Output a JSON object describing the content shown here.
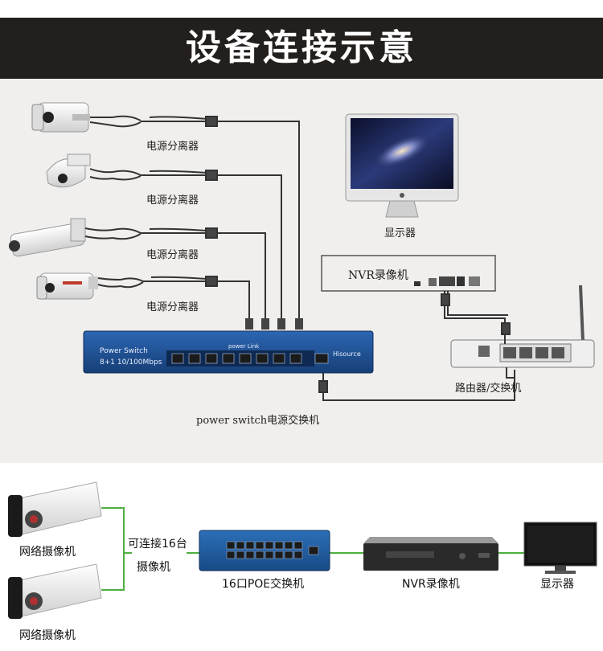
{
  "header": {
    "title": "设备连接示意"
  },
  "top": {
    "splitter_label": "电源分离器",
    "monitor_label": "显示器",
    "nvr_label": "NVR录像机",
    "router_label": "路由器/交换机",
    "switch_caption": "power switch电源交换机",
    "switch_panel": {
      "brand_left": "Power Switch",
      "spec": "8+1 10/100Mbps",
      "link_label": "power Link",
      "brand_right": "Hisource"
    }
  },
  "bottom": {
    "camera_label": "网络摄像机",
    "connect_label_1": "可连接16台",
    "connect_label_2": "摄像机",
    "poe_switch_label": "16口POE交换机",
    "nvr_label": "NVR录像机",
    "monitor_label": "显示器"
  },
  "colors": {
    "header_bg": "#231f1c",
    "switch_blue": "#1f4f8f",
    "connector_green": "#4caf3f",
    "cable": "#333333"
  }
}
